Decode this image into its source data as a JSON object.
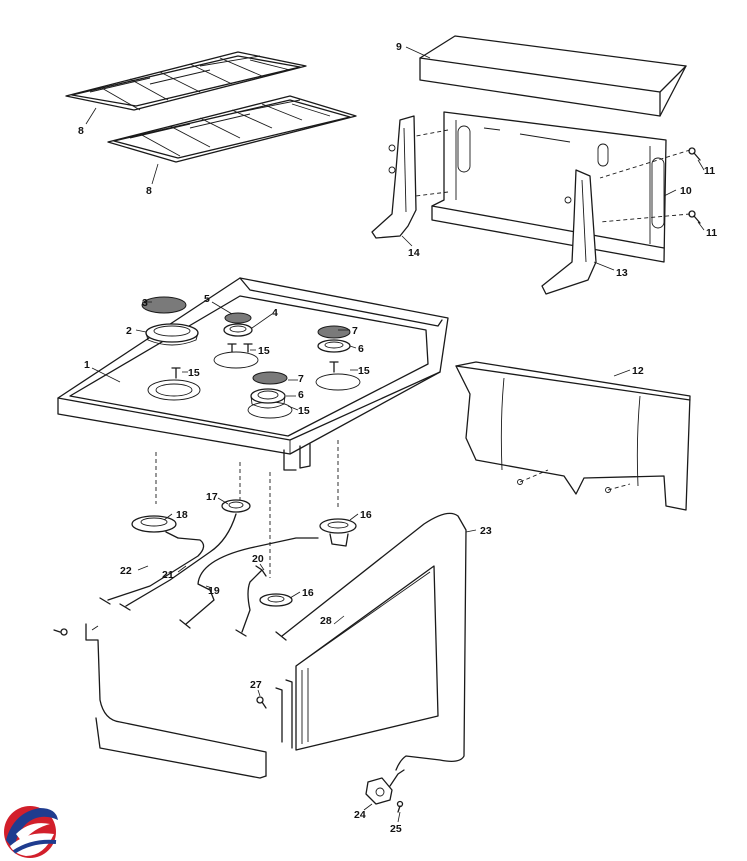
{
  "diagram": {
    "callouts": {
      "c1": "1",
      "c2": "2",
      "c3": "3",
      "c4": "4",
      "c5": "5",
      "c6a": "6",
      "c6b": "6",
      "c7a": "7",
      "c7b": "7",
      "c8a": "8",
      "c8b": "8",
      "c9": "9",
      "c10": "10",
      "c11a": "11",
      "c11b": "11",
      "c12": "12",
      "c13": "13",
      "c14": "14",
      "c15a": "15",
      "c15b": "15",
      "c15c": "15",
      "c15d": "15",
      "c16a": "16",
      "c16b": "16",
      "c17": "17",
      "c18": "18",
      "c19": "19",
      "c20": "20",
      "c21": "21",
      "c22": "22",
      "c23": "23",
      "c24": "24",
      "c25": "25",
      "c27": "27",
      "c28": "28"
    },
    "logo": {
      "icon": "brand-logo-icon",
      "colors": [
        "#d21f2b",
        "#1f3c8f"
      ]
    }
  }
}
